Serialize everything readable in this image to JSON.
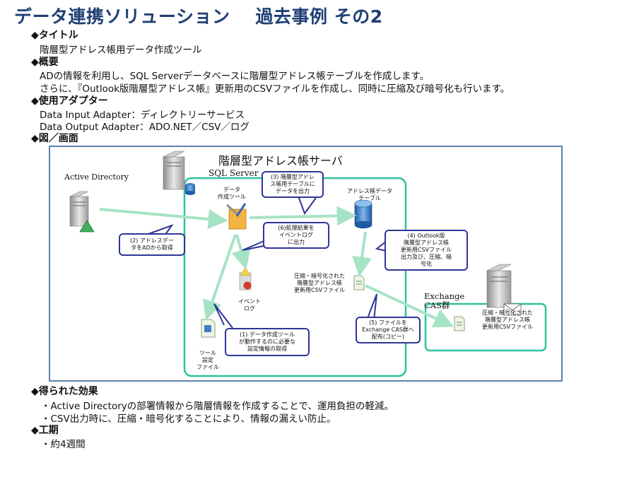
{
  "title": {
    "main": "データ連携ソリューション",
    "sub": "過去事例 その2"
  },
  "sections": {
    "title_heading": "◆タイトル",
    "title_text": "階層型アドレス帳用データ作成ツール",
    "overview_heading": "◆概要",
    "overview_line1": "ADの情報を利用し、SQL Serverデータベースに階層型アドレス帳テーブルを作成します。",
    "overview_line2": "さらに、『Outlook版階層型アドレス帳』更新用のCSVファイルを作成し、同時に圧縮及び暗号化も行います。",
    "adapter_heading": "◆使用アダプター",
    "adapter_line1": "Data Input Adapter：ディレクトリーサービス",
    "adapter_line2": "Data Output Adapter：ADO.NET／CSV／ログ",
    "figure_heading": "◆図／画面",
    "effects_heading": "◆得られた効果",
    "effects_line1": "・Active Directoryの部署情報から階層情報を作成することで、運用負担の軽減。",
    "effects_line2": "・CSV出力時に、圧縮・暗号化することにより、情報の漏えい防止。",
    "period_heading": "◆工期",
    "period_text": "・約4週間"
  },
  "diagram": {
    "server_label": "階層型アドレス帳サーバ",
    "sql_server_label": "SQL Server",
    "active_directory_label": "Active Directory",
    "tool_label": "データ\n作成ツール",
    "table_label": "アドレス帳データ\nテーブル",
    "eventlog_label": "イベント\nログ",
    "csv_label": "圧縮・暗号化された\n階層型アドレス帳\n更新用CSVファイル",
    "config_label": "ツール\n設定\nファイル",
    "exchange_label": "Exchange\nCAS群",
    "exchange_csv_label": "圧縮・暗号化された\n階層型アドレス帳\n更新用CSVファイル",
    "callouts": {
      "c1": "(1) データ作成ツール\nが動作するのに必要な\n設定情報の取得",
      "c2": "(2) アドレスデー\nタをADから取得",
      "c3": "(3) 階層型アドレ\nス帳用テーブルに\nデータを出力",
      "c4": "(4) Outlook版\n階層型アドレス帳\n更新用CSVファイル\n出力及び、圧縮、暗\n号化",
      "c5": "(5) ファイルを\nExchange CAS群へ\n配布(コピー)",
      "c6": "(6)処理結果を\nイベントログ\nに出力"
    }
  },
  "colors": {
    "title": "#1f3f73",
    "frame": "#5e80ad",
    "green_box": "#2ec4a0",
    "callout": "#2e3596",
    "arrow": "#a6e3c5"
  }
}
